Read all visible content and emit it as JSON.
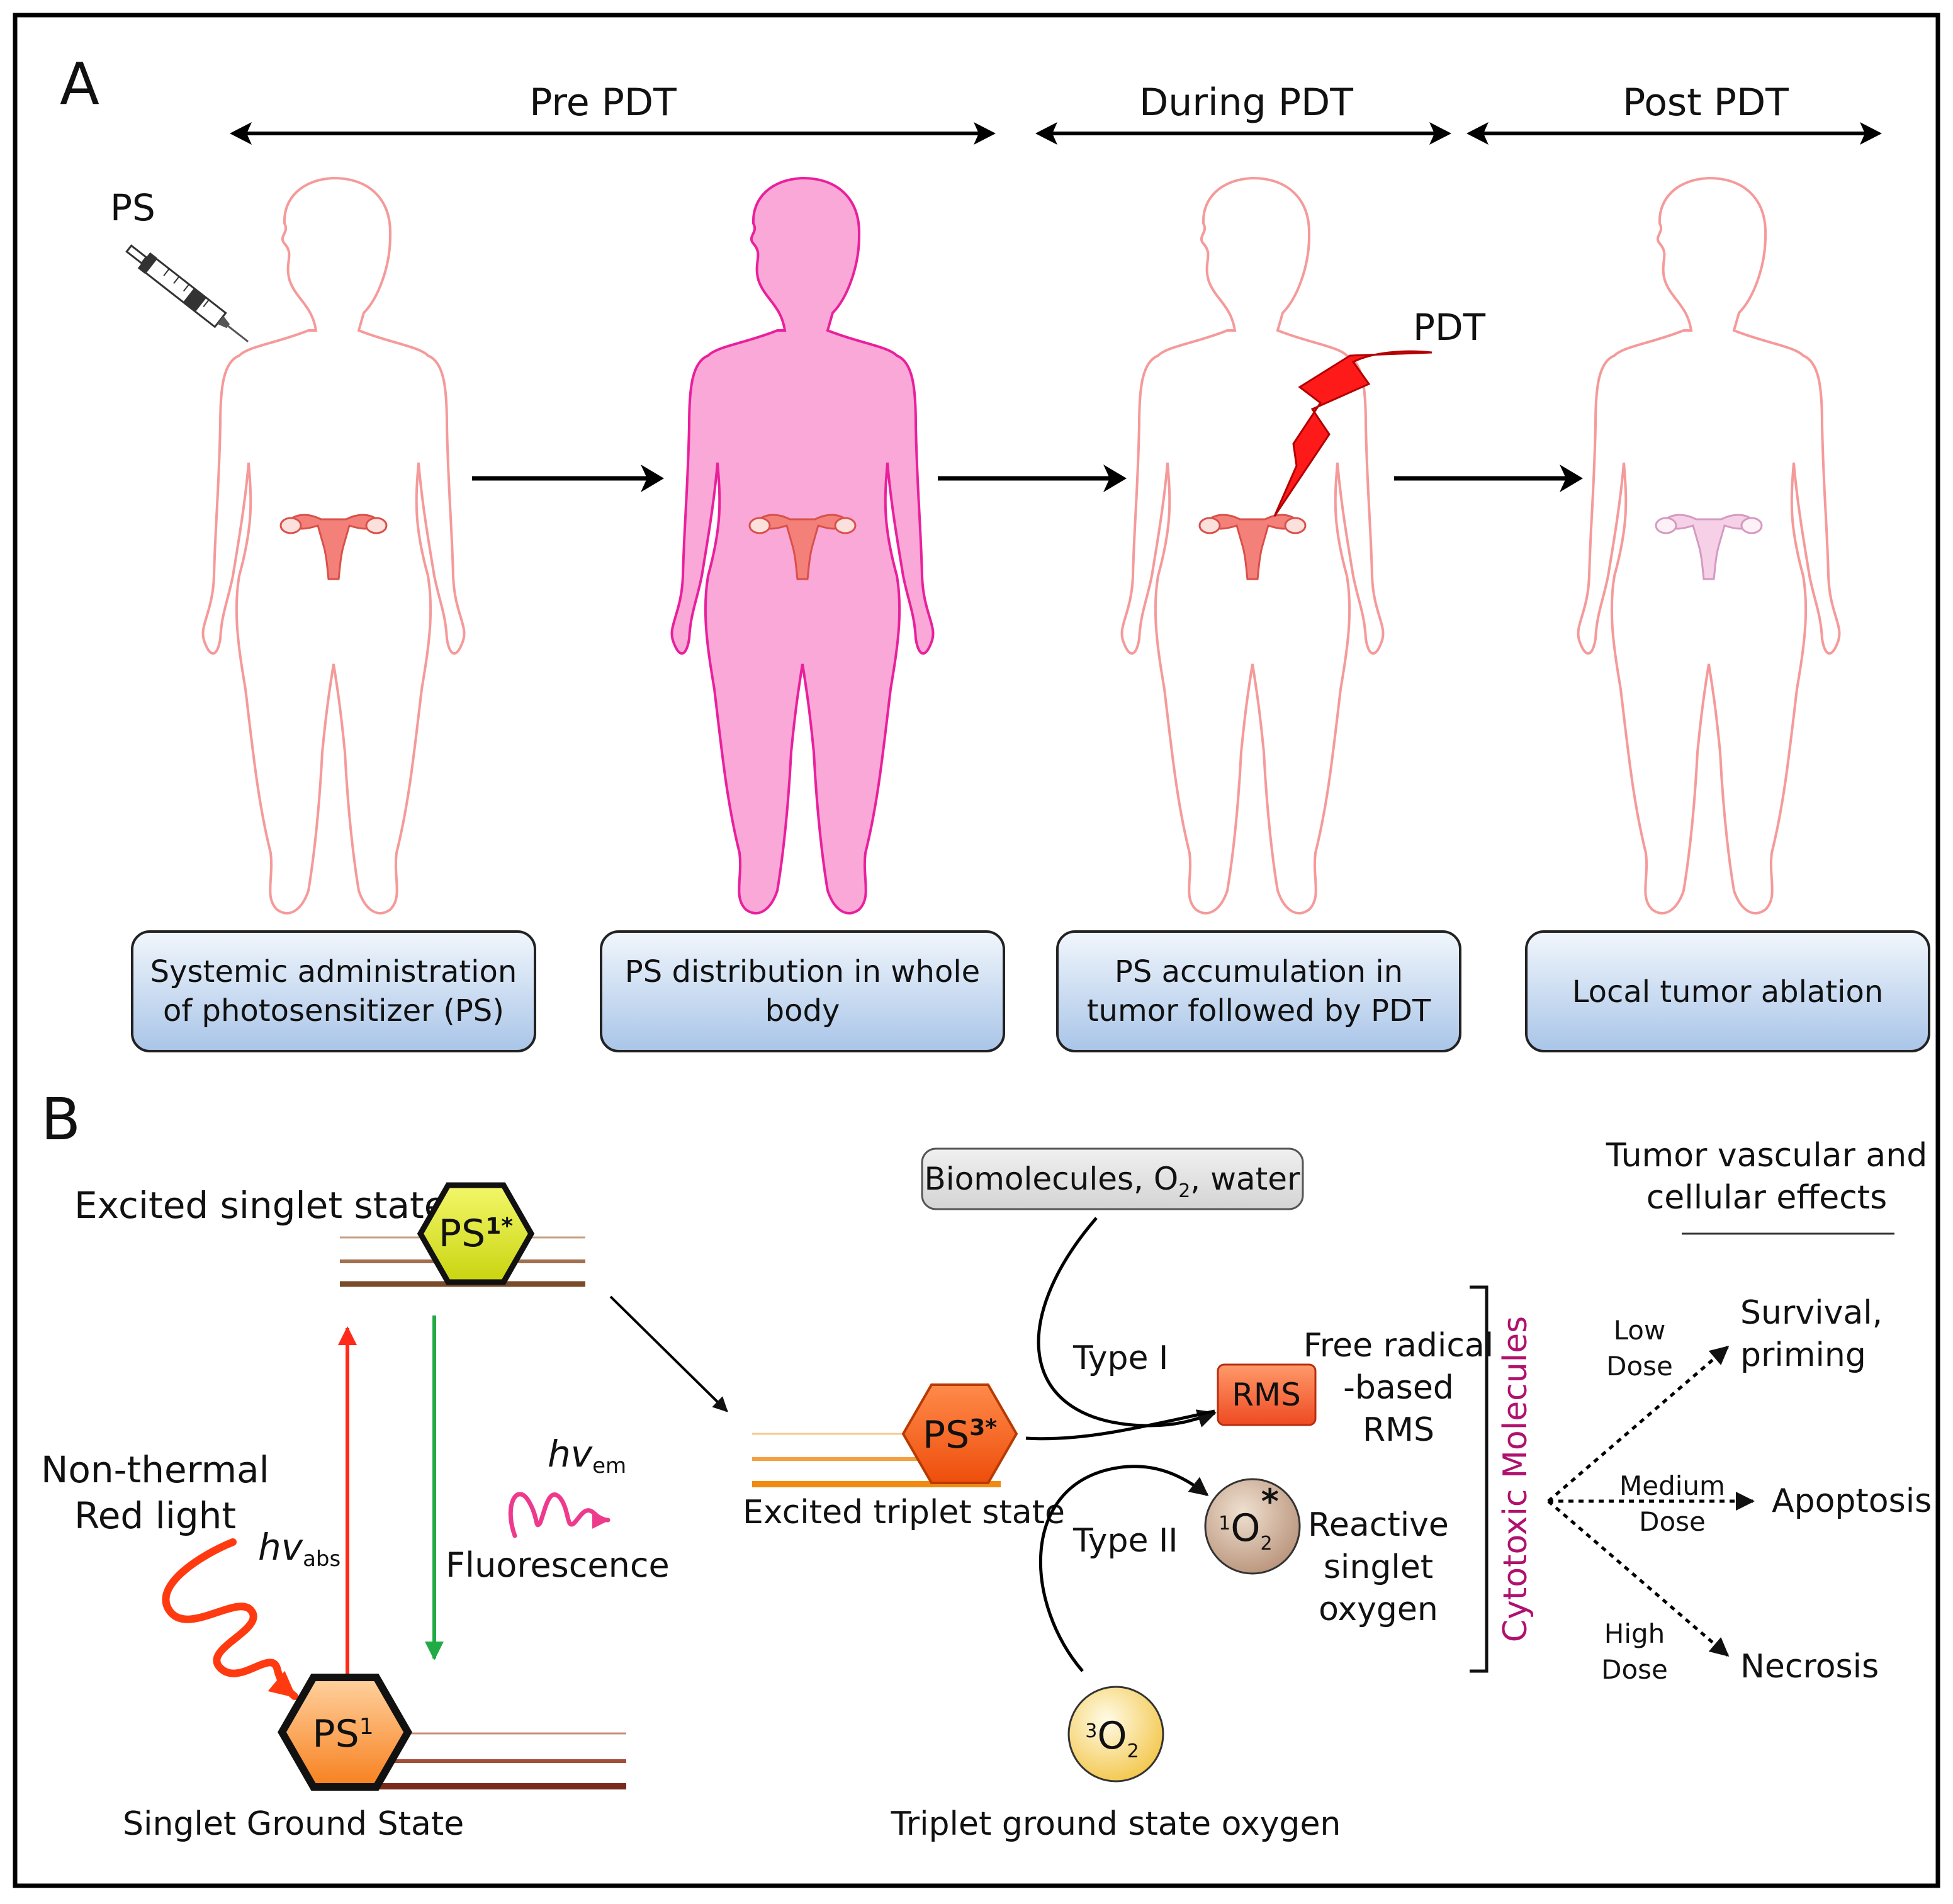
{
  "panel_a": {
    "label": "A",
    "phases": {
      "pre": "Pre PDT",
      "during": "During PDT",
      "post": "Post PDT"
    },
    "ps_label": "PS",
    "pdt_label": "PDT",
    "captions": [
      {
        "line1": "Systemic administration",
        "line2": "of photosensitizer (PS)"
      },
      {
        "line1": "PS distribution in whole",
        "line2": "body"
      },
      {
        "line1": "PS accumulation in",
        "line2": "tumor followed by PDT"
      },
      {
        "line1": "Local tumor ablation",
        "line2": ""
      }
    ]
  },
  "panel_b": {
    "label": "B",
    "excited_singlet": "Excited singlet state",
    "ps1_star": "PS",
    "ps1_star_sup": "1*",
    "ps1": "PS",
    "ps1_sup": "1",
    "ps3_star": "PS",
    "ps3_star_sup": "3*",
    "singlet_ground": "Singlet Ground State",
    "red_light": {
      "line1": "Non-thermal",
      "line2": "Red light"
    },
    "hv_abs": {
      "main": "hv",
      "sub": "abs"
    },
    "hv_em": {
      "main": "hv",
      "sub": "em"
    },
    "fluorescence": "Fluorescence",
    "excited_triplet": "Excited triplet state",
    "biomolecules": {
      "text1": "Biomolecules, O",
      "sub": "2",
      "text2": ", water"
    },
    "type1": "Type I",
    "type2": "Type II",
    "rms": "RMS",
    "free_radical": {
      "line1": "Free radical",
      "line2": "-based",
      "line3": "RMS"
    },
    "singlet_oxygen_symbol": {
      "pre": "1",
      "main": "O",
      "sub": "2",
      "star": "*"
    },
    "reactive": {
      "line1": "Reactive",
      "line2": "singlet",
      "line3": "oxygen"
    },
    "triplet_oxygen_symbol": {
      "pre": "3",
      "main": "O",
      "sub": "2"
    },
    "triplet_ground": "Triplet ground state oxygen",
    "cytotoxic": "Cytotoxic Molecules",
    "effects_title": {
      "line1": "Tumor vascular and",
      "line2": "cellular effects"
    },
    "low_dose": {
      "line1": "Low",
      "line2": "Dose"
    },
    "medium_dose": {
      "line1": "Medium",
      "line2": "Dose"
    },
    "high_dose": {
      "line1": "High",
      "line2": "Dose"
    },
    "survival": {
      "line1": "Survival,",
      "line2": "priming"
    },
    "apoptosis": "Apoptosis",
    "necrosis": "Necrosis"
  },
  "colors": {
    "body_outline": "#f59a9a",
    "body_fill_pink": "#f9a8d8",
    "body_outline_pink": "#e9209c",
    "caption_top": "#f1f6fc",
    "caption_bottom": "#a9c5e8",
    "ps1_star_fill": "#d8e41a",
    "ps3_star_fill": "#f15a12",
    "ps1_fill": "#f7931e",
    "rms_fill": "#f05a28",
    "singlet_o2_fill": "#c9a98c",
    "triplet_o2_fill": "#fbe08a",
    "cytotoxic_text": "#b0116e",
    "abs_arrow": "#ff2a1a",
    "em_arrow": "#22aa44",
    "lightning": "#ff1a1a"
  }
}
